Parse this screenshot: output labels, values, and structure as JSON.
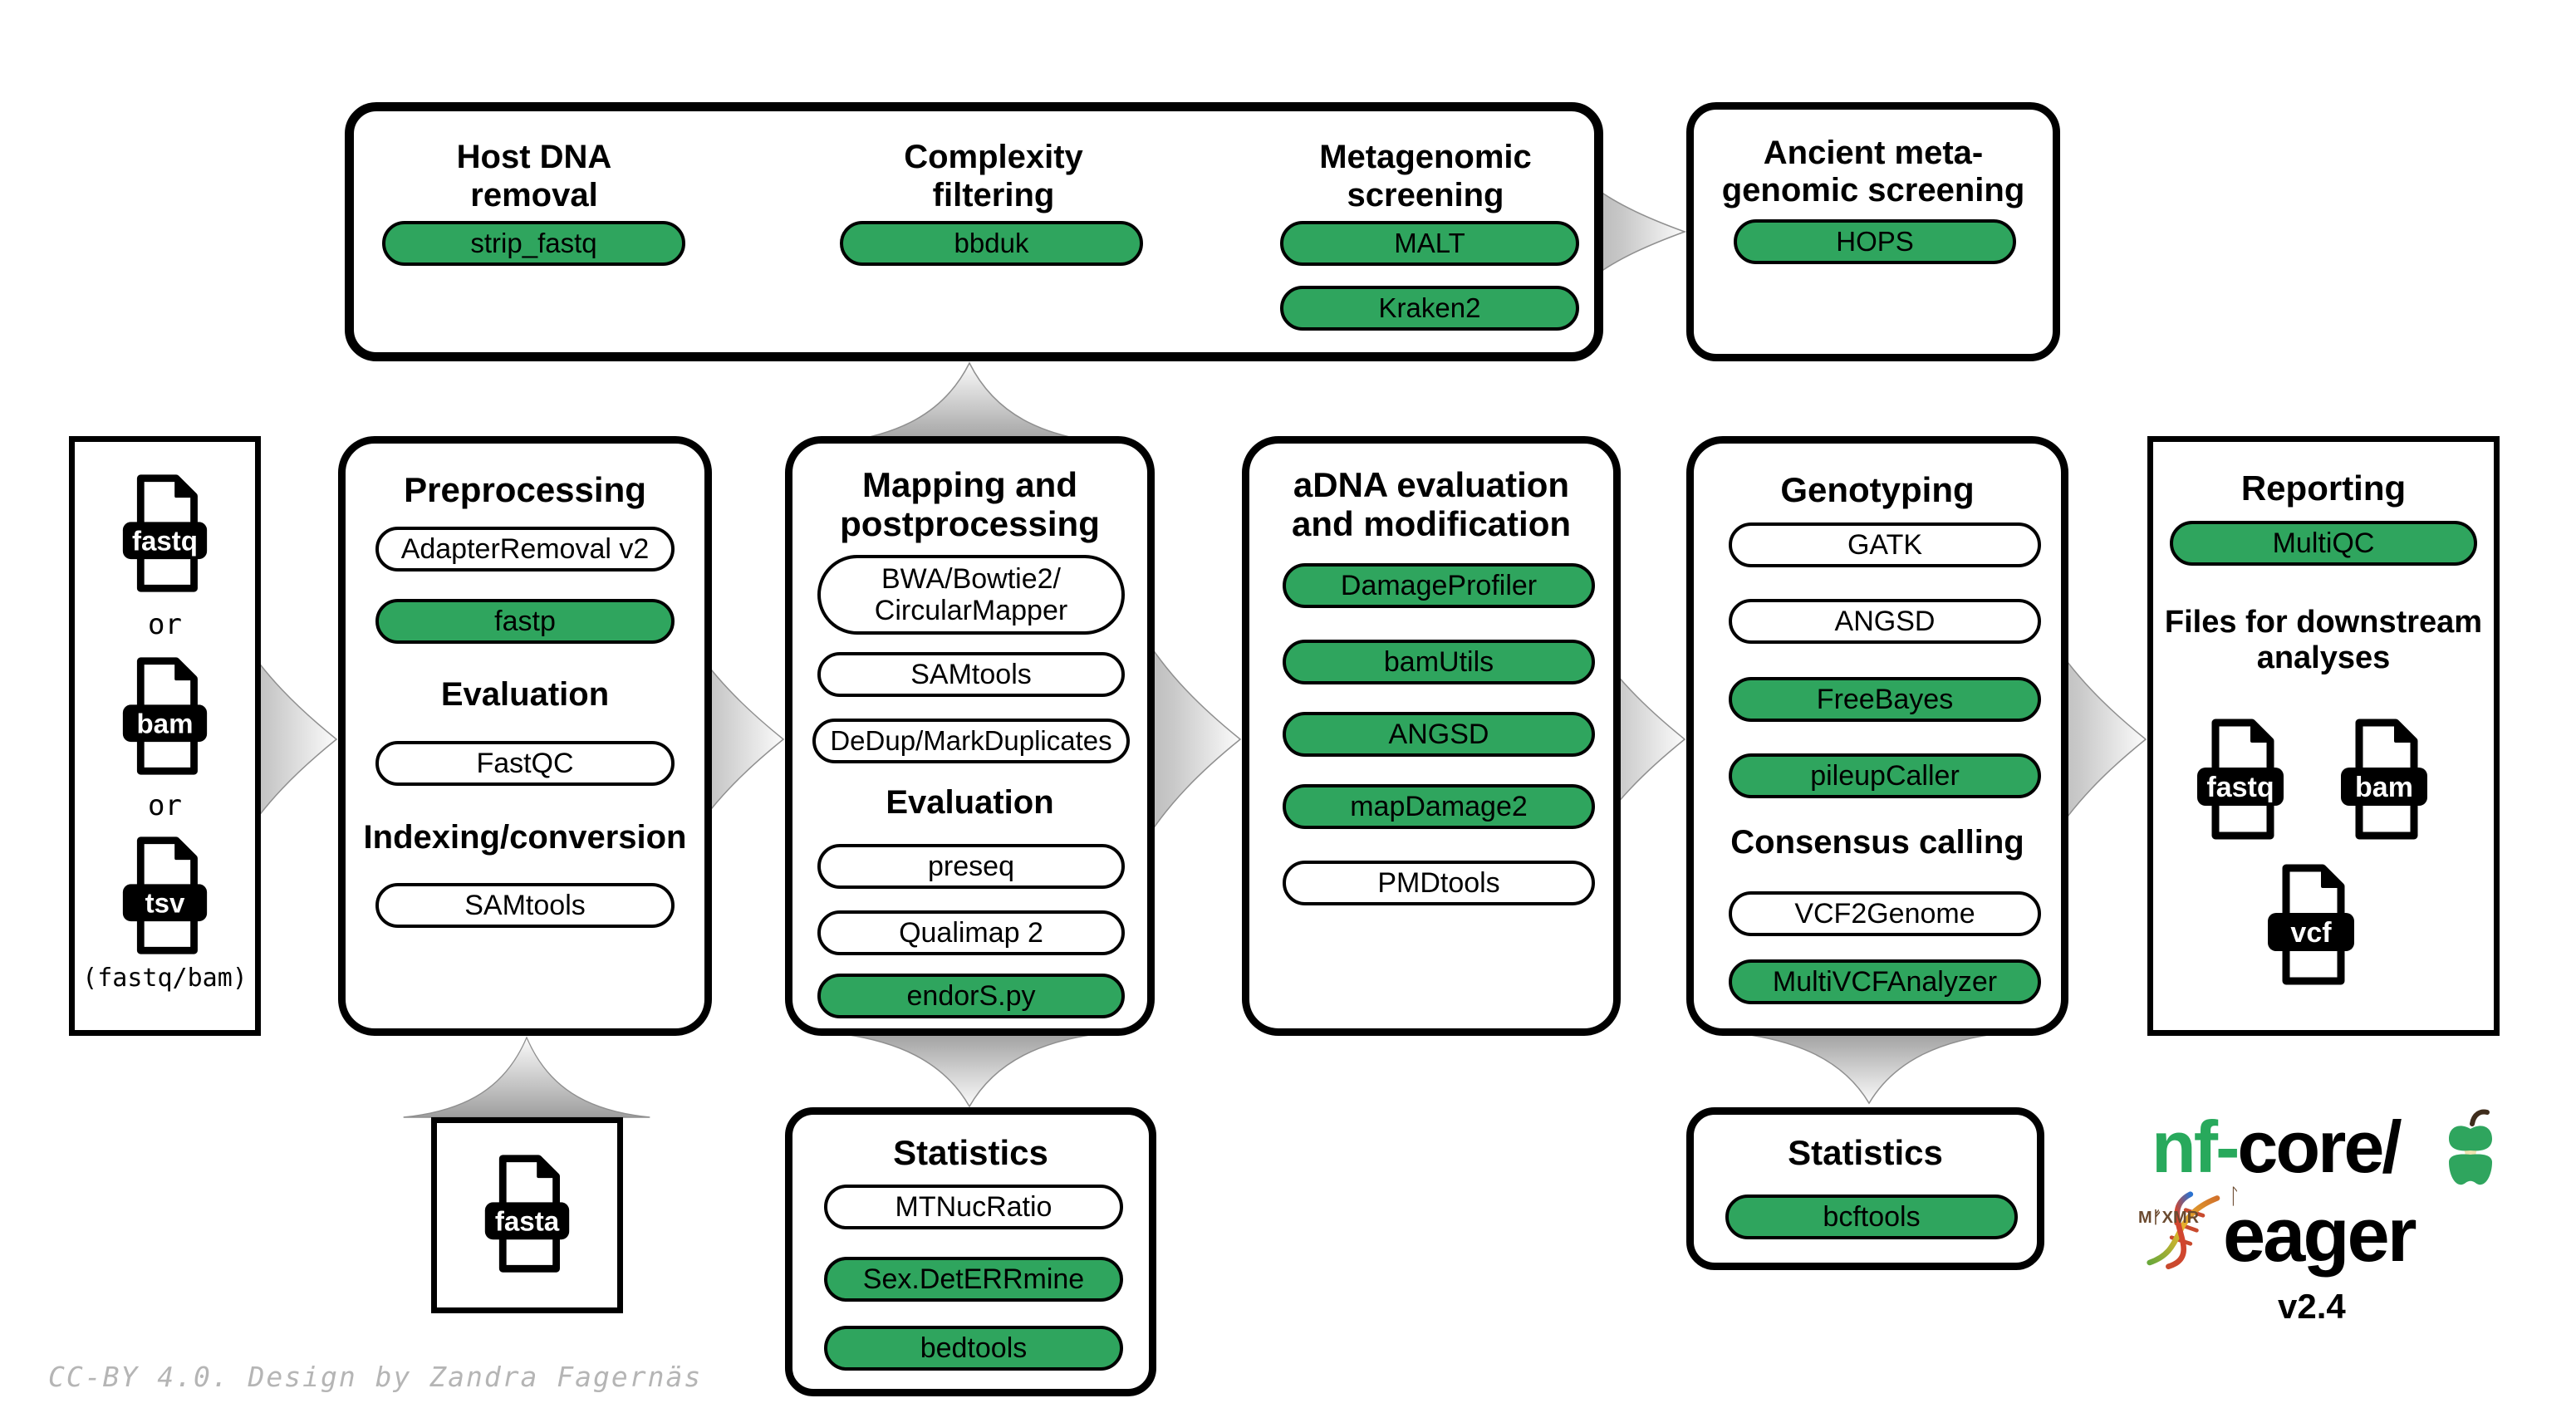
{
  "credit": "CC-BY 4.0. Design by Zandra Fagernäs",
  "palette": {
    "green": "#2fa55e",
    "logo_green": "#28a95c",
    "black": "#000000",
    "arrow_dark": "#9e9e9e",
    "arrow_light": "#fbfbfb",
    "credit_gray": "#b5b5b5",
    "rune_brown": "#6b4a2f",
    "apple_cream": "#eee2ae",
    "stem_brown": "#3f2d1c"
  },
  "top_box": {
    "col1_title": [
      "Host DNA",
      "removal"
    ],
    "col1_pill": "strip_fastq",
    "col2_title": [
      "Complexity",
      "filtering"
    ],
    "col2_pill": "bbduk",
    "col3_title": [
      "Metagenomic",
      "screening"
    ],
    "col3_pills": [
      "MALT",
      "Kraken2"
    ]
  },
  "ancient_box": {
    "title": [
      "Ancient meta-",
      "genomic screening"
    ],
    "pill": "HOPS"
  },
  "input_box": {
    "files": [
      "fastq",
      "bam",
      "tsv"
    ],
    "or1": "or",
    "or2": "or",
    "caption": "(fastq/bam)"
  },
  "preprocessing_box": {
    "title": "Preprocessing",
    "pill_adapterremoval": "AdapterRemoval v2",
    "pill_fastp": "fastp",
    "heading_evaluation": "Evaluation",
    "pill_fastqc": "FastQC",
    "heading_indexing": "Indexing/conversion",
    "pill_samtools": "SAMtools"
  },
  "mapping_box": {
    "title": [
      "Mapping and",
      "postprocessing"
    ],
    "pill_aligners": [
      "BWA/Bowtie2/",
      "CircularMapper"
    ],
    "pill_samtools": "SAMtools",
    "pill_dedup": "DeDup/MarkDuplicates",
    "heading_evaluation": "Evaluation",
    "pill_preseq": "preseq",
    "pill_qualimap": "Qualimap 2",
    "pill_endors": "endorS.py"
  },
  "adna_box": {
    "title": [
      "aDNA evaluation",
      "and modification"
    ],
    "pill_damageprofiler": "DamageProfiler",
    "pill_bamutils": "bamUtils",
    "pill_angsd": "ANGSD",
    "pill_mapdamage": "mapDamage2",
    "pill_pmdtools": "PMDtools"
  },
  "genotyping_box": {
    "title": "Genotyping",
    "pill_gatk": "GATK",
    "pill_angsd": "ANGSD",
    "pill_freebayes": "FreeBayes",
    "pill_pileupcaller": "pileupCaller",
    "heading_consensus": "Consensus calling",
    "pill_vcf2genome": "VCF2Genome",
    "pill_multivcf": "MultiVCFAnalyzer"
  },
  "reporting_box": {
    "title": "Reporting",
    "pill_multiqc": "MultiQC",
    "heading_files": [
      "Files for downstream",
      "analyses"
    ],
    "files": [
      "fastq",
      "bam",
      "vcf"
    ]
  },
  "fasta_box": {
    "file": "fasta"
  },
  "stats_mapping_box": {
    "title": "Statistics",
    "pill_mtnucratio": "MTNucRatio",
    "pill_sexdeterrmine": "Sex.DetERRmine",
    "pill_bedtools": "bedtools"
  },
  "stats_genotyping_box": {
    "title": "Statistics",
    "pill_bcftools": "bcftools"
  },
  "logo": {
    "brand_green": "nf",
    "brand_dash": "-",
    "brand_black": "core/",
    "app_name": "eager",
    "version": "v2.4",
    "runes_left": "MᚠXMR",
    "rune_right": "ᛚ"
  }
}
